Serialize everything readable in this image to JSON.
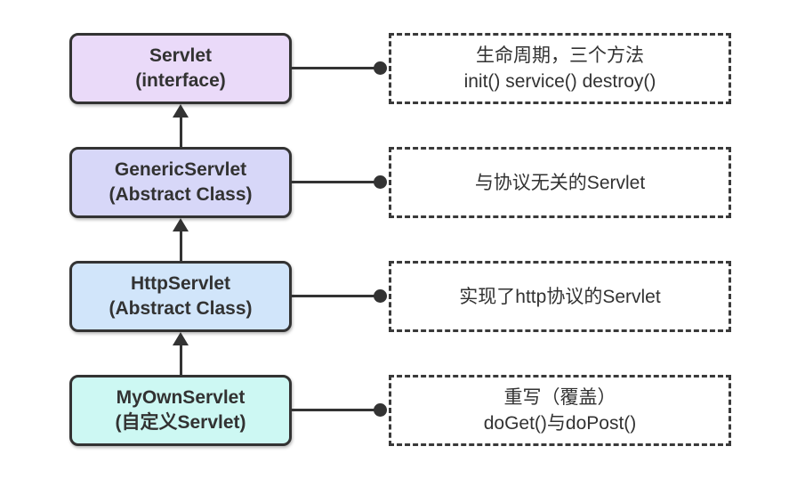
{
  "diagram": {
    "description": "Servlet class hierarchy",
    "line_color": "#333333",
    "text_color": "#323232",
    "background_color": "#ffffff",
    "rows": [
      {
        "id": "servlet",
        "box": {
          "line1": "Servlet",
          "line2": "(interface)",
          "fill": "#EADAF9"
        },
        "note": {
          "line1": "生命周期，三个方法",
          "line2": "init() service() destroy()"
        }
      },
      {
        "id": "generic-servlet",
        "box": {
          "line1": "GenericServlet",
          "line2": "(Abstract Class)",
          "fill": "#D7D7F8"
        },
        "note": {
          "line1": "与协议无关的Servlet",
          "line2": ""
        }
      },
      {
        "id": "http-servlet",
        "box": {
          "line1": "HttpServlet",
          "line2": "(Abstract Class)",
          "fill": "#D1E5FA"
        },
        "note": {
          "line1": "实现了http协议的Servlet",
          "line2": ""
        }
      },
      {
        "id": "my-own-servlet",
        "box": {
          "line1": "MyOwnServlet",
          "line2": "(自定义Servlet)",
          "fill": "#CDF8F3"
        },
        "note": {
          "line1": "重写（覆盖）",
          "line2": "doGet()与doPost()"
        }
      }
    ]
  }
}
